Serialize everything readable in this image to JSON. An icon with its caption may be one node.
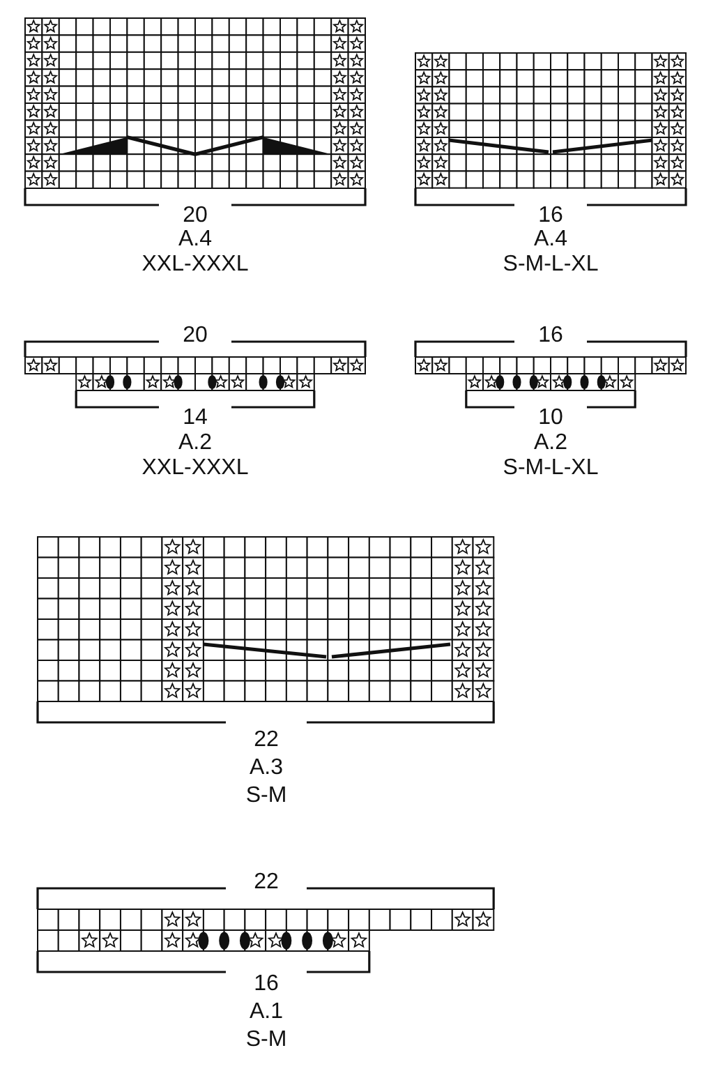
{
  "diagram": {
    "labels": [
      "20",
      "A.4",
      "XXL-XXXL",
      "16",
      "A.4",
      "S-M-L-XL",
      "20",
      "14",
      "A.2",
      "XXL-XXXL",
      "16",
      "10",
      "A.2",
      "S-M-L-XL",
      "22",
      "A.3",
      "S-M",
      "22",
      "16",
      "A.1",
      "S-M"
    ]
  }
}
